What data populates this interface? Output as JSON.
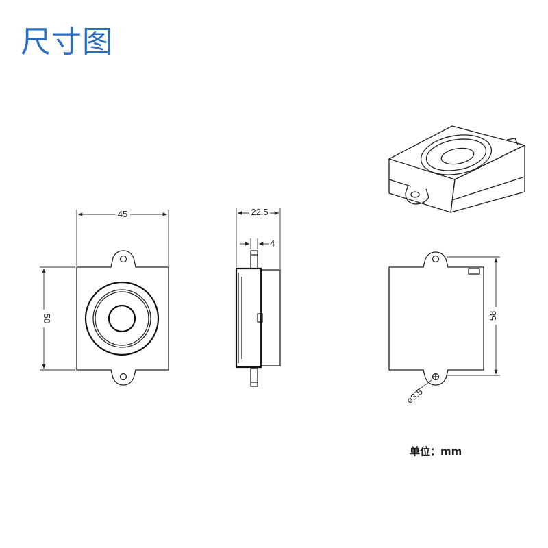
{
  "title": "尺寸图",
  "dimensions": {
    "front_width": "45",
    "front_height": "50",
    "side_depth": "22.5",
    "side_flange": "4",
    "rear_height": "58",
    "hole_diameter": "ø3.5"
  },
  "unit_label": "单位：mm",
  "colors": {
    "title": "#2a6cc0",
    "line": "#222222"
  }
}
